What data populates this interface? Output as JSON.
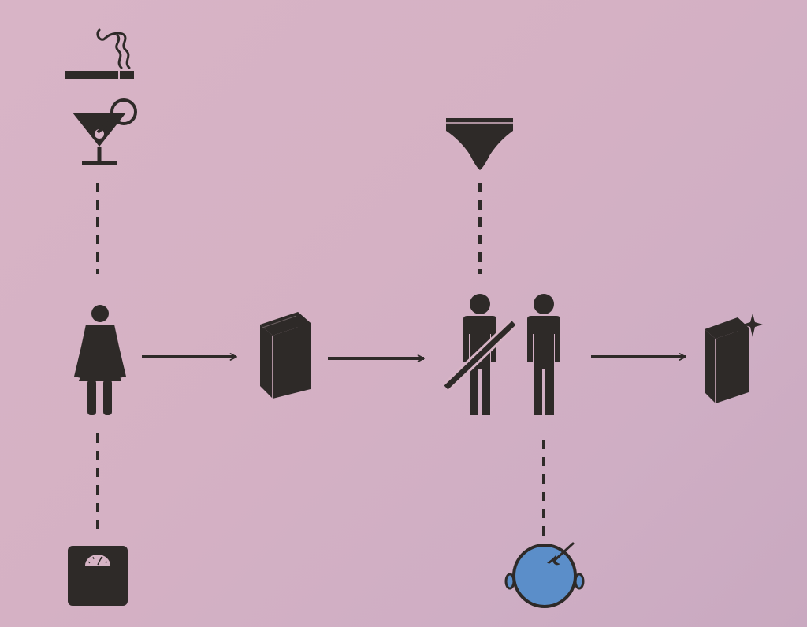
{
  "diagram": {
    "type": "pictogram-flow",
    "colors": {
      "background": "#d6b3c5",
      "ink": "#2e2a28",
      "accent_blue": "#5b8ec9"
    },
    "nodes": [
      {
        "id": "woman",
        "icon": "woman-icon"
      },
      {
        "id": "book",
        "icon": "book-icon"
      },
      {
        "id": "two-men",
        "icon": "two-men-icon",
        "note": "one crossed out"
      },
      {
        "id": "sparkling-book",
        "icon": "sparkling-book-icon"
      }
    ],
    "attributes": [
      {
        "of": "woman",
        "icons": [
          "cigarette-icon",
          "cocktail-icon"
        ],
        "position": "above"
      },
      {
        "of": "woman",
        "icons": [
          "bathroom-scale-icon"
        ],
        "position": "below"
      },
      {
        "of": "two-men",
        "icons": [
          "underwear-icon"
        ],
        "position": "above"
      },
      {
        "of": "two-men",
        "icons": [
          "balding-head-icon"
        ],
        "position": "below"
      }
    ],
    "edges": [
      {
        "from": "woman",
        "to": "book"
      },
      {
        "from": "book",
        "to": "two-men"
      },
      {
        "from": "two-men",
        "to": "sparkling-book"
      }
    ]
  }
}
